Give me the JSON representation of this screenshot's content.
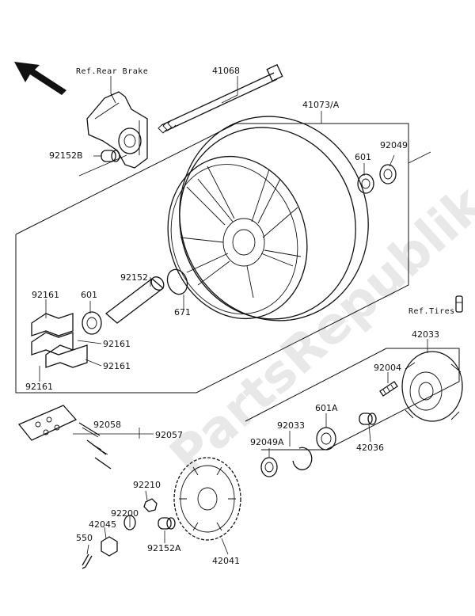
{
  "labels": {
    "ref_rear_brake": "Ref.Rear Brake",
    "ref_tires": "Ref.Tires",
    "p41068": "41068",
    "p41073a": "41073/A",
    "p92152b": "92152B",
    "p601_top": "601",
    "p92049": "92049",
    "p92152": "92152",
    "p92161_a": "92161",
    "p601_left": "601",
    "p671": "671",
    "p92161_b": "92161",
    "p92161_c": "92161",
    "p92161_d": "92161",
    "p42033": "42033",
    "p92004": "92004",
    "p92058": "92058",
    "p92057": "92057",
    "p601a": "601A",
    "p92033": "92033",
    "p92049a": "92049A",
    "p42036": "42036",
    "p92210": "92210",
    "p92200": "92200",
    "p42045": "42045",
    "p550": "550",
    "p92152a": "92152A",
    "p42041": "42041"
  },
  "watermark": "PartsRepublik"
}
